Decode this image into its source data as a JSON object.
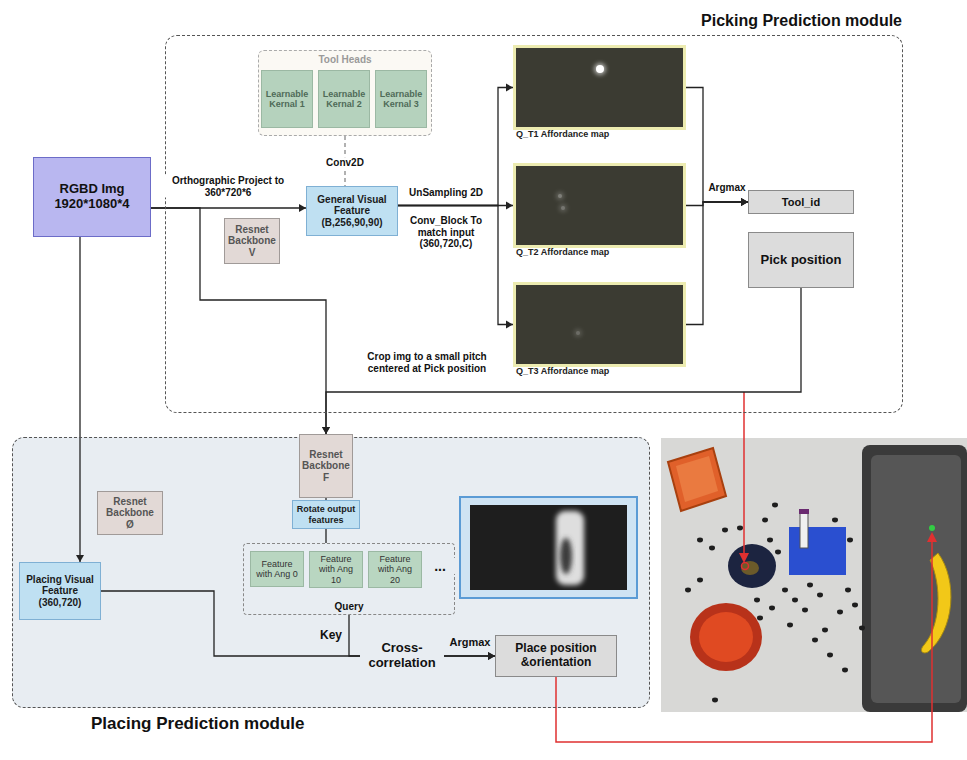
{
  "diagram": {
    "nodes": [
      {
        "text": [
          "Picking Prediction module"
        ]
      },
      {
        "text": [
          "Tool Heads"
        ],
        "in": 0
      },
      {
        "text": [
          "Learnable Kernal 1"
        ],
        "in": 1
      },
      {
        "text": [
          "Learnable Kernal 2"
        ],
        "in": 1
      },
      {
        "text": [
          "Learnable Kernal 3"
        ],
        "in": 1
      },
      {
        "text": [
          "Resnet Backbone V"
        ],
        "in": 0
      },
      {
        "text": [
          "General Visual Feature (B,256,90,90)"
        ],
        "in": 0
      },
      {
        "text": [
          "Q_T1 Affordance map"
        ],
        "in": 0
      },
      {
        "text": [
          "Q_T2 Affordance map"
        ],
        "in": 0
      },
      {
        "text": [
          "Q_T3 Affordance map"
        ],
        "in": 0
      },
      {
        "text": [
          "Tool_id"
        ],
        "in": 0
      },
      {
        "text": [
          "Pick position"
        ],
        "in": 0
      },
      {
        "text": [
          "RGBD Img 1920*1080*4"
        ]
      },
      {
        "text": [
          "Placing Prediction module"
        ]
      },
      {
        "text": [
          "Resnet Backbone Ø"
        ],
        "in": 13
      },
      {
        "text": [
          "Placing Visual Feature (360,720)"
        ],
        "in": 13
      },
      {
        "text": [
          "Resnet Backbone F"
        ],
        "in": 13
      },
      {
        "text": [
          "Rotate output features"
        ],
        "in": 13
      },
      {
        "text": [
          "Query"
        ],
        "in": 13
      },
      {
        "text": [
          "Feature with Ang 0"
        ],
        "in": 18
      },
      {
        "text": [
          "Feature with Ang 10"
        ],
        "in": 18
      },
      {
        "text": [
          "Feature with Ang 20"
        ],
        "in": 18
      },
      {
        "text": [
          "Place position &orientation"
        ],
        "in": 13
      }
    ],
    "edges": [
      {
        "from": 12,
        "to": 6,
        "label": "Orthographic Project to 360*720*6",
        "arrow": "to"
      },
      {
        "from": 1,
        "to": 6,
        "label": "Conv2D",
        "arrow": "none"
      },
      {
        "from": 6,
        "to": 7,
        "arrow": "to"
      },
      {
        "from": 6,
        "to": 8,
        "label": "UnSampling 2D",
        "arrow": "to"
      },
      {
        "from": 6,
        "to": 9,
        "arrow": "to"
      },
      {
        "from": 7,
        "to": 10,
        "arrow": "to"
      },
      {
        "from": 8,
        "to": 10,
        "label": "Argmax",
        "arrow": "to"
      },
      {
        "from": 9,
        "to": 10,
        "arrow": "to"
      },
      {
        "from": 11,
        "to": 16,
        "label": "Crop img to a small pitch centered at Pick position",
        "arrow": "to"
      },
      {
        "from": 12,
        "to": 16,
        "arrow": "to"
      },
      {
        "from": 12,
        "to": 15,
        "arrow": "to"
      },
      {
        "from": 16,
        "to": 17,
        "arrow": "none"
      },
      {
        "from": 17,
        "to": 18,
        "arrow": "none"
      },
      {
        "from": 18,
        "to": 22,
        "label": "Key",
        "arrow": "to"
      },
      {
        "from": 15,
        "to": 22,
        "label": "Cross-correlation",
        "arrow": "to"
      }
    ],
    "labels": [
      "Conv_Block To match input (360,720,C)",
      "...",
      "Argmax"
    ]
  }
}
